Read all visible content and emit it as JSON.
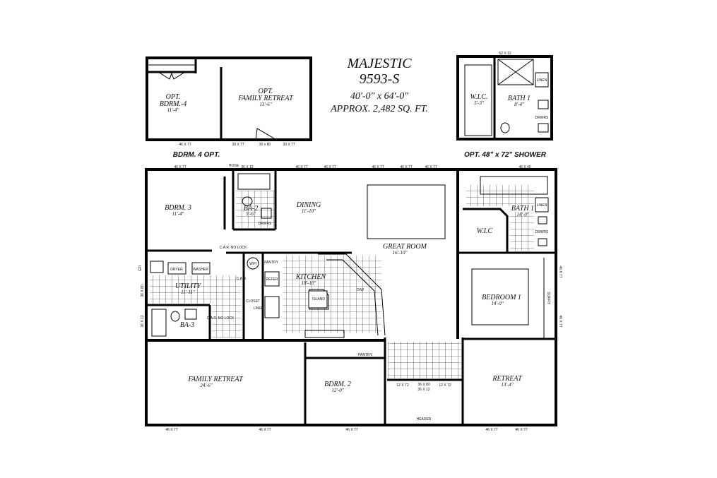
{
  "header": {
    "model": "MAJESTIC",
    "number": "9593-S",
    "size": "40'-0\" x 64'-0\"",
    "area": "APPROX. 2,482 SQ. FT."
  },
  "options": {
    "bdrm4_caption": "BDRM. 4 OPT.",
    "shower_caption": "OPT. 48\" x 72\" SHOWER",
    "opt_bdrm4": {
      "l1": "OPT.",
      "l2": "BDRM.-4",
      "dim": "11'-4\""
    },
    "opt_family_retreat": {
      "l1": "OPT.",
      "l2": "FAMILY RETREAT",
      "dim": "13'-6\""
    },
    "opt_wic": {
      "name": "W.I.C.",
      "dim": "5'-3\""
    },
    "opt_bath1": {
      "name": "BATH 1",
      "dim": "8'-4\""
    },
    "opt_linen": "LINEN",
    "opt_drwrs": "DRWRS",
    "opt_windows": [
      "46 X 77",
      "30 X 77",
      "30 x 80",
      "30 X 77",
      "62 X 12"
    ]
  },
  "rooms": {
    "bdrm3": {
      "name": "BDRM. 3",
      "dim": "11'-4\""
    },
    "ba2": {
      "name": "BA-2",
      "dim": "5'-6\""
    },
    "dining": {
      "name": "DINING",
      "dim": "11'-10\""
    },
    "great_room": {
      "name": "GREAT ROOM",
      "dim": "16'-10\""
    },
    "bath1": {
      "name": "BATH 1",
      "dim": "14'-0\""
    },
    "wic": {
      "name": "W.I.C"
    },
    "bedroom1": {
      "name": "BEDROOM 1",
      "dim": "14'-0\""
    },
    "utility": {
      "name": "UTILITY",
      "dim": "11'-11\""
    },
    "kitchen": {
      "name": "KITCHEN",
      "dim": "18'-10\""
    },
    "ba3": {
      "name": "BA-3"
    },
    "family_retreat": {
      "name": "FAMILY RETREAT",
      "dim": "24'-6\""
    },
    "bdrm2": {
      "name": "BDRM. 2",
      "dim": "12'-0\""
    },
    "retreat": {
      "name": "RETREAT",
      "dim": "13'-4\""
    }
  },
  "fixtures": {
    "dryer": "DRYER",
    "washer": "WASHER",
    "wh": "W/H",
    "pantry": "PANTRY",
    "pantry2": "PANTRY",
    "car_no_lock": "C.A.R. NO LOCK",
    "car": "C.A.R.",
    "closet": "CLOSET",
    "linen": "LINEN",
    "island": "ISLAND",
    "dw": "D/W",
    "drwrs": "DRWRS",
    "linen1": "LINEN",
    "drwrs1": "DRWRS",
    "hose": "HOSE",
    "soffit": "SOFFIT",
    "header": "HEADER",
    "refer": "REFER",
    "gfi": "GFI"
  },
  "windows": {
    "top": [
      "46 X 77",
      "36 X 12",
      "46 X 77",
      "46 X 77",
      "46 X 77",
      "46 X 77",
      "46 X 77",
      "46 X 40"
    ],
    "bottom": [
      "46 X 77",
      "46 X 77",
      "46 X 77",
      "46 X 77",
      "46 X 77"
    ],
    "left": [
      "36 X 80",
      "36 X 12"
    ],
    "right": [
      "46 X 77",
      "46 X 77"
    ],
    "porch": [
      "12 X 72",
      "36 X 80",
      "36 X 12",
      "12 X 72"
    ]
  }
}
